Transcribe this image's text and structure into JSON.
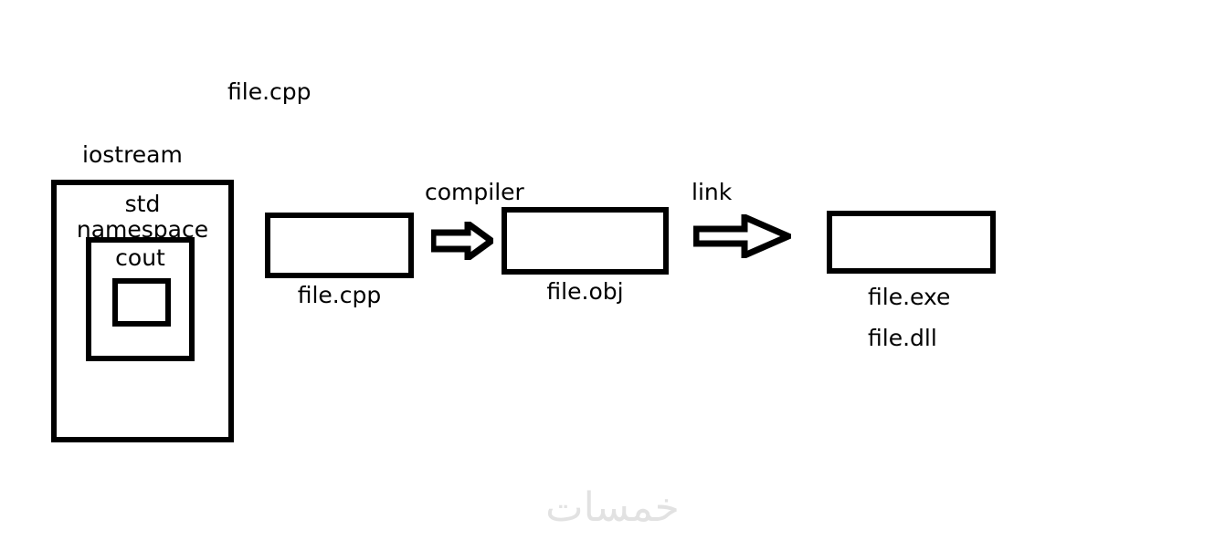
{
  "diagram": {
    "title_label": "file.cpp",
    "watermark": "خمسات",
    "stages": {
      "iostream": {
        "header_label": "iostream",
        "namespace_label": "std\nnamespace",
        "stream_label": "cout"
      },
      "source": {
        "caption": "file.cpp"
      },
      "compile": {
        "arrow_label": "compiler",
        "arrow_icon": "block-arrow-right-icon"
      },
      "object": {
        "caption": "file.obj"
      },
      "link": {
        "arrow_label": "link",
        "arrow_icon": "block-arrow-right-icon"
      },
      "output": {
        "caption_exe": "file.exe",
        "caption_dll": "file.dll"
      }
    }
  },
  "colors": {
    "stroke": "#000000",
    "background": "#ffffff",
    "watermark": "#e2e2e2"
  }
}
